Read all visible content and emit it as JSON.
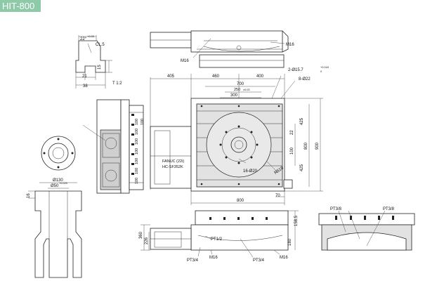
{
  "model_tag": "HIT-800",
  "detail": {
    "angle": "22°",
    "angle_tol": "+0.02",
    "angle_tol2": "0",
    "cl": "CL.5",
    "d15": "15",
    "d21": "21",
    "d38": "38",
    "scale": "T 1:2"
  },
  "top": {
    "m16_a": "M16",
    "m16_b": "M16"
  },
  "plan": {
    "d405": "405",
    "d460": "460",
    "d400": "400",
    "d700": "700",
    "d300": "300",
    "d250": "250",
    "d250_tol": "±0.03",
    "hole_a": "2-Ø15.7",
    "hole_a_tol1": "+0.018",
    "hole_a_tol2": "0",
    "hole_b": "8-Ø22",
    "d22": "22",
    "d425a": "425",
    "d100": "100",
    "d425b": "425",
    "d800v": "800",
    "d900": "900",
    "d800h": "800",
    "d70": "70",
    "bolt": "16-Ø20",
    "r": "R518",
    "motor1": "FANUC (22i)",
    "motor2": "HC-SF352K"
  },
  "side": {
    "v100": [
      "100",
      "100",
      "100",
      "100",
      "100",
      "100",
      "100",
      "100"
    ]
  },
  "left": {
    "d130": "Ø130",
    "d50": "Ø50",
    "d50_tol": "+0.025",
    "d16": "16"
  },
  "front": {
    "d360": "360",
    "d226": "226",
    "d1585": "158.5",
    "d180": "180",
    "pt12": "PT1/2",
    "pt34a": "PT3/4",
    "m16a": "M16",
    "pt34b": "PT3/4",
    "m16b": "M16"
  },
  "right": {
    "pt38a": "PT3/8",
    "pt38b": "PT3/8"
  }
}
